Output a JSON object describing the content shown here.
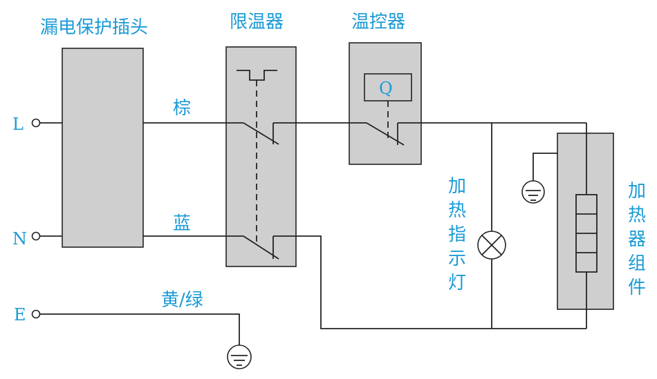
{
  "colors": {
    "label": "#1a9ad6",
    "block": "#cfcfcf",
    "line": "#222222"
  },
  "labels": {
    "plug": "漏电保护插头",
    "limiter": "限温器",
    "thermostat": "温控器",
    "thermostat_symbol": "Q",
    "indicator_chars": [
      "加",
      "热",
      "指",
      "示",
      "灯"
    ],
    "heater_chars": [
      "加",
      "热",
      "器",
      "组",
      "件"
    ],
    "terminal_l": "L",
    "terminal_n": "N",
    "terminal_e": "E",
    "wire_brown": "棕",
    "wire_blue": "蓝",
    "wire_earth": "黄/绿"
  },
  "icons": [
    "ground-icon",
    "lamp-icon",
    "heating-element-icon",
    "switch-icon",
    "terminal-icon"
  ]
}
